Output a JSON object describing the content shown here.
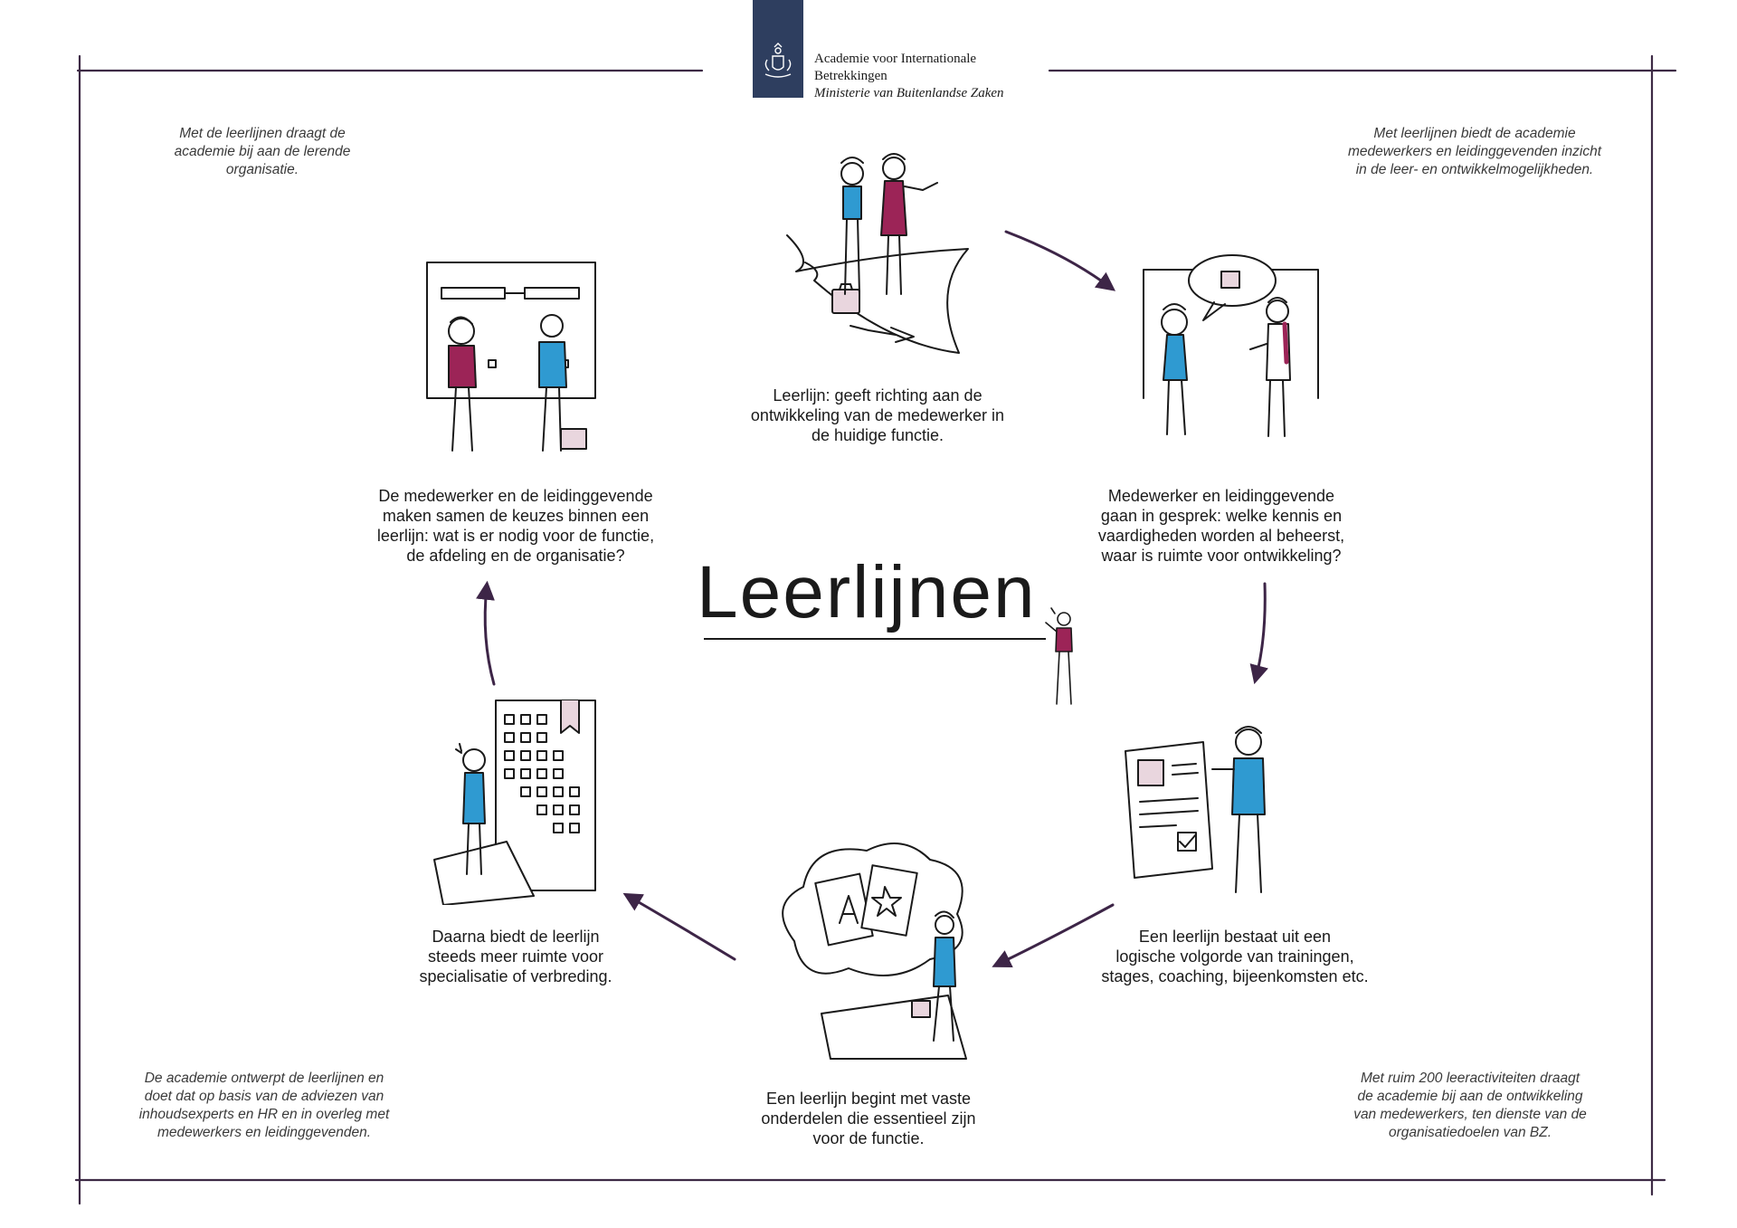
{
  "header": {
    "org_line1": "Academie voor Internationale",
    "org_line2": "Betrekkingen",
    "org_line3": "Ministerie van Buitenlandse Zaken"
  },
  "title": "Leerlijnen",
  "notes": {
    "top_left": [
      "Met de leerlijnen draagt de",
      "academie bij aan de lerende",
      "organisatie."
    ],
    "top_right": [
      "Met leerlijnen biedt de academie",
      "medewerkers en leidinggevenden inzicht",
      "in de leer- en ontwikkelmogelijkheden."
    ],
    "bottom_left": [
      "De academie ontwerpt de leerlijnen en",
      "doet dat op basis van de adviezen van",
      "inhoudsexperts en HR en in overleg met",
      "medewerkers en leidinggevenden."
    ],
    "bottom_right": [
      "Met ruim 200 leeractiviteiten draagt",
      "de academie bij aan de ontwikkeling",
      "van medewerkers, ten dienste van de",
      "organisatiedoelen van BZ."
    ]
  },
  "steps": {
    "top": [
      "Leerlijn: geeft richting aan de",
      "ontwikkeling van de medewerker in",
      "de huidige functie."
    ],
    "right_upper": [
      "Medewerker en leidinggevende",
      "gaan in gesprek: welke kennis en",
      "vaardigheden worden al beheerst,",
      "waar is ruimte voor ontwikkeling?"
    ],
    "right_lower": [
      "Een leerlijn bestaat uit een",
      "logische volgorde van trainingen,",
      "stages, coaching, bijeenkomsten etc."
    ],
    "bottom": [
      "Een leerlijn begint met vaste",
      "onderdelen die essentieel zijn",
      "voor de functie."
    ],
    "left_lower": [
      "Daarna biedt de leerlijn",
      "steeds meer ruimte voor",
      "specialisatie of verbreding."
    ],
    "left_upper": [
      "De medewerker en de leidinggevende",
      "maken samen de keuzes binnen een",
      "leerlijn: wat is er nodig voor de functie,",
      "de afdeling en de organisatie?"
    ]
  },
  "colors": {
    "frame": "#3d2a45",
    "arrow": "#3d2547",
    "logo": "#2e3e5f",
    "magenta": "#9c2457",
    "blue": "#2f9ad1",
    "pink_shadow": "#e9d6de"
  }
}
